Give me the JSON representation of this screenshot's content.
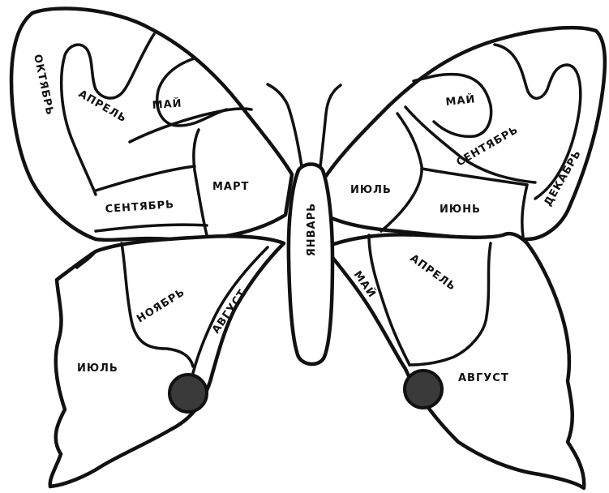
{
  "colors": {
    "ink": "#111111",
    "background": "#ffffff",
    "spot": "#3a3a3a"
  },
  "left_forewing": {
    "outer_label": "ОКТЯБРЬ",
    "upper_label": "АПРЕЛЬ",
    "inner_label": "МАЙ",
    "lower_label": "СЕНТЯБРЬ",
    "base_label": "МАРТ"
  },
  "right_forewing": {
    "inner_label": "МАЙ",
    "middle_label": "СЕНТЯБРЬ",
    "outer_label": "ДЕКАБРЬ",
    "base_label": "ИЮЛЬ",
    "lower_label": "ИЮНЬ"
  },
  "left_hindwing": {
    "upper_label": "НОЯБРЬ",
    "tail_band_label": "АВГУСТ",
    "lower_label": "ИЮЛЬ"
  },
  "right_hindwing": {
    "band_label": "МАЙ",
    "upper_label": "АПРЕЛЬ",
    "lower_label": "АВГУСТ"
  },
  "body": {
    "label": "ЯНВАРЬ"
  }
}
